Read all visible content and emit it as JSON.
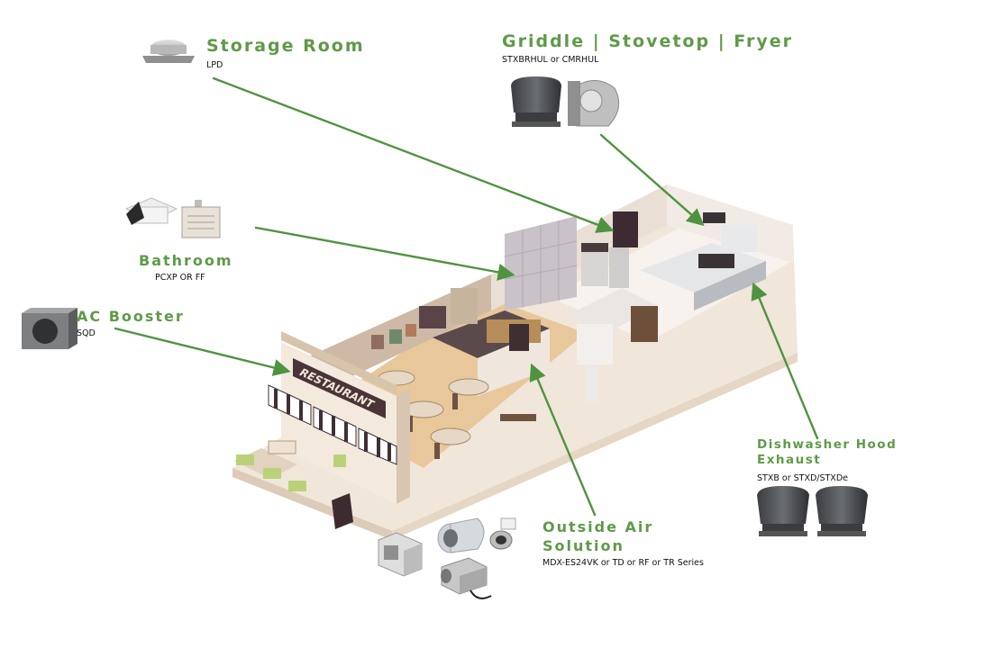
{
  "labels": {
    "storage": {
      "title": "Storage Room",
      "product": "LPD"
    },
    "griddle": {
      "title": "Griddle | Stovetop | Fryer",
      "product": "STXBRHUL or CMRHUL"
    },
    "bathroom": {
      "title": "Bathroom",
      "product": "PCXP  OR FF"
    },
    "ac_booster": {
      "title": "AC Booster",
      "product": "SQD"
    },
    "dishwasher": {
      "title_line1": "Dishwasher Hood",
      "title_line2": "Exhaust",
      "product": "STXB or STXD/STXDe"
    },
    "outside_air": {
      "title_line1": "Outside Air",
      "title_line2": "Solution",
      "product": "MDX-ES24VK or TD or RF or TR Series"
    }
  },
  "storefront_sign": "RESTAURANT",
  "colors": {
    "accent_green": "#5e9a48",
    "arrow_green": "#4f9340"
  }
}
